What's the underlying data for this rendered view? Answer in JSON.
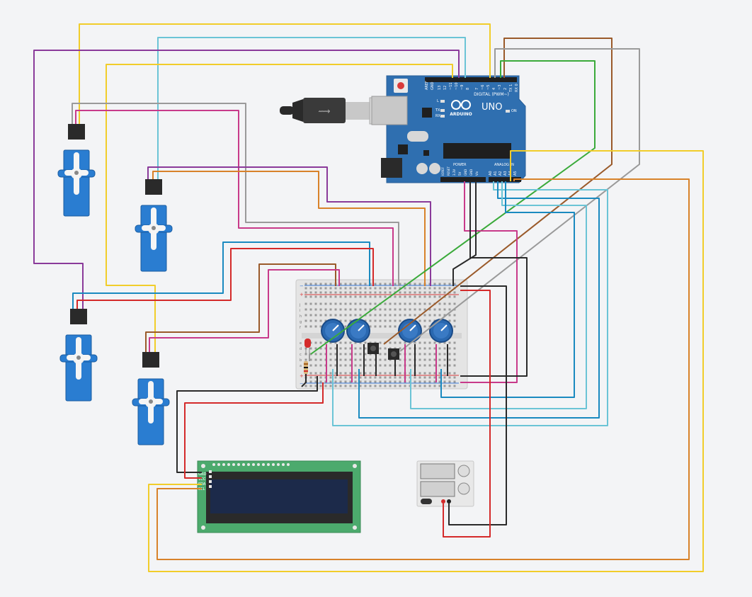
{
  "arduino": {
    "brand": "ARDUINO",
    "model": "UNO",
    "digital_header": "DIGITAL (PWM~)",
    "power_header": "POWER",
    "analog_header": "ANALOG IN",
    "aref": "AREF",
    "gnd": "GND",
    "pin_13": "13",
    "pin_12": "12",
    "pin_11": "~11",
    "pin_10": "~10",
    "pin_9": "~9",
    "pin_8": "8",
    "pin_7": "7",
    "pin_6": "~6",
    "pin_5": "~5",
    "pin_4": "4",
    "pin_3": "~3",
    "pin_2": "2",
    "pin_tx": "TX 1",
    "pin_rx": "RX 0",
    "led_l": "L",
    "led_tx": "TX",
    "led_rx": "RX",
    "led_on": "ON",
    "pwr_ioref": "IOREF",
    "pwr_reset": "RESET",
    "pwr_33v": "3.3V",
    "pwr_5v": "5V",
    "pwr_gnd1": "GND",
    "pwr_gnd2": "GND",
    "pwr_vin": "Vin",
    "an_a0": "A0",
    "an_a1": "A1",
    "an_a2": "A2",
    "an_a3": "A3",
    "an_a4": "A4",
    "an_a5": "A5"
  },
  "lcd": {
    "pin_gnd": "GND",
    "pin_vcc": "VCC",
    "pin_sda": "SDA",
    "pin_scl": "SCL"
  },
  "breadboard": {
    "row_letters_top": [
      "j",
      "i",
      "h",
      "g",
      "f"
    ],
    "row_letters_bottom": [
      "e",
      "d",
      "c",
      "b",
      "a"
    ],
    "rail_plus": "+",
    "rail_minus": "−"
  },
  "colors": {
    "background": "#f3f4f6",
    "arduino_blue": "#2f6fb0",
    "servo_blue": "#2a7dd1",
    "lcd_green": "#4caa6d",
    "lcd_screen": "#1c2a4a",
    "wire_yellow": "#f1cd2a",
    "wire_cyan": "#6bc4d6",
    "wire_purple": "#8a3a9a",
    "wire_gray": "#9a9a9a",
    "wire_brown": "#9a5a2a",
    "wire_green": "#3aaa3a",
    "wire_orange": "#d8822a",
    "wire_magenta": "#c83a8a",
    "wire_red": "#d42a2a",
    "wire_black": "#2a2a2a",
    "wire_blue": "#1a8ac0"
  }
}
